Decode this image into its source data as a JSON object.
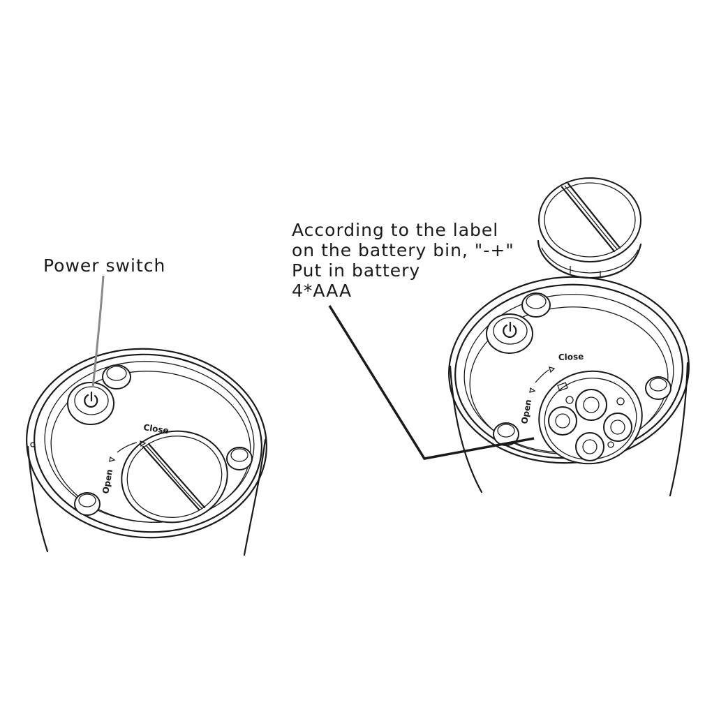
{
  "labels": {
    "power_switch": "Power switch",
    "battery_instructions": [
      "According to the label",
      "on the battery bin, \"-+\"",
      "Put in battery",
      "4*AAA"
    ]
  },
  "device_markings": {
    "open": "Open",
    "close": "Close"
  },
  "colors": {
    "ink": "#1a1a1a",
    "leader_line_gray": "#8a8a8a",
    "background": "#ffffff"
  },
  "icons": [
    "power-icon",
    "open-arrow-icon",
    "close-arrow-icon"
  ]
}
